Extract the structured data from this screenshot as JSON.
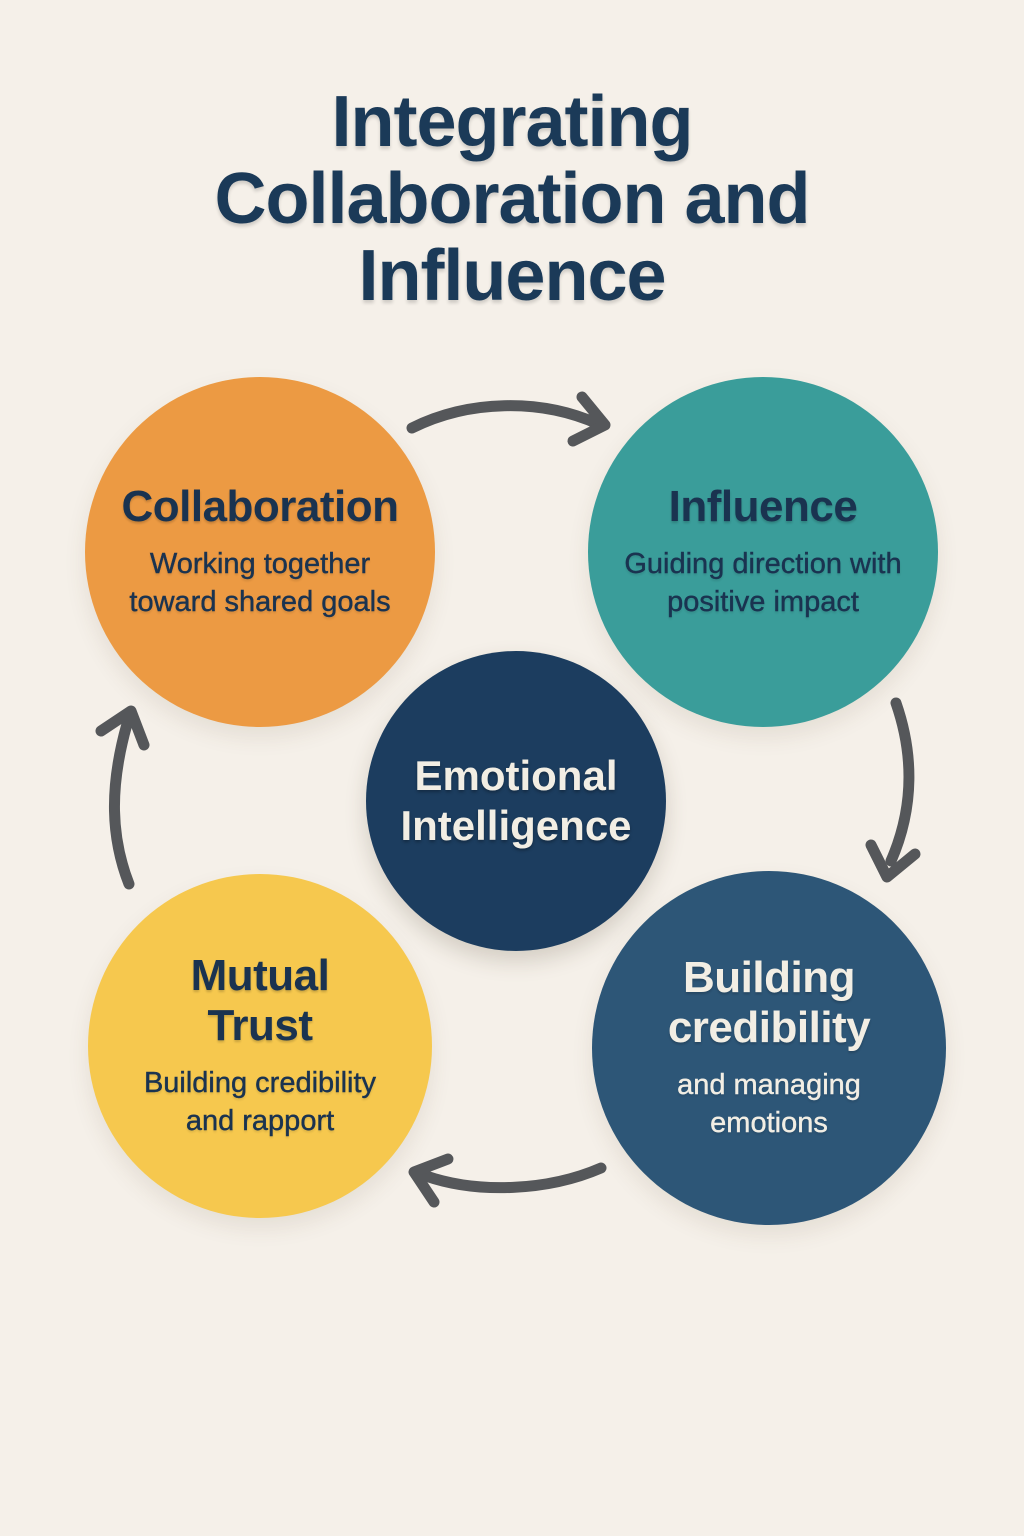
{
  "page": {
    "title": "Integrating Collaboration and Influence",
    "background_color": "#F5F0E9",
    "title_color": "#1B3A58"
  },
  "center": {
    "label": "Emotional Intelligence",
    "color": "#1C3D5F",
    "text_color": "#F2EEE4"
  },
  "nodes": [
    {
      "id": "collaboration",
      "title": "Collaboration",
      "subtitle": "Working together toward shared goals",
      "color": "#EC9A43",
      "text_color": "#1A3350",
      "position": "top-left"
    },
    {
      "id": "influence",
      "title": "Influence",
      "subtitle": "Guiding direction with positive impact",
      "color": "#3A9D9A",
      "text_color": "#1A3350",
      "position": "top-right"
    },
    {
      "id": "building-credibility",
      "title": "Building credibility",
      "subtitle": "and managing emotions",
      "color": "#2D5677",
      "text_color": "#F2EEE4",
      "position": "bottom-right"
    },
    {
      "id": "mutual-trust",
      "title": "Mutual Trust",
      "subtitle": "Building credibility and rapport",
      "color": "#F6C84E",
      "text_color": "#1A3350",
      "position": "bottom-left"
    }
  ],
  "arrows": {
    "color": "#55575A",
    "items": [
      {
        "name": "collaboration-to-influence",
        "direction": "right"
      },
      {
        "name": "influence-to-building-credibility",
        "direction": "down"
      },
      {
        "name": "building-credibility-to-mutual-trust",
        "direction": "left"
      },
      {
        "name": "mutual-trust-to-collaboration",
        "direction": "up"
      }
    ]
  }
}
